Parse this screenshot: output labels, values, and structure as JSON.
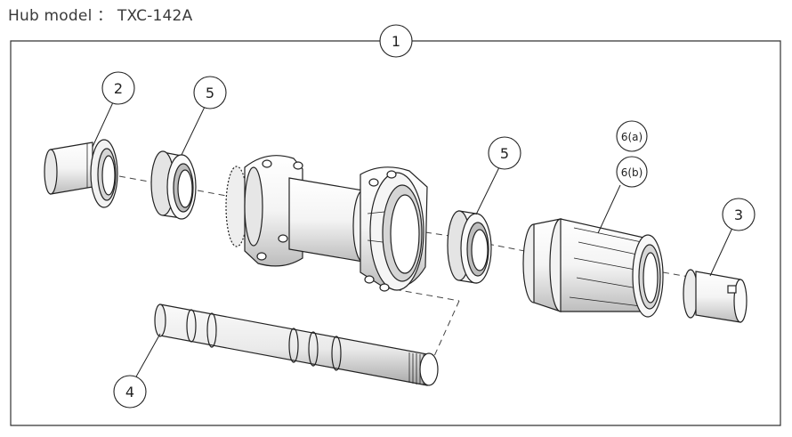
{
  "header": {
    "title_label": "Hub model",
    "title_separator": "：",
    "model": "TXC-142A"
  },
  "callouts": {
    "c1": "1",
    "c2": "2",
    "c3": "3",
    "c4": "4",
    "c5a": "5",
    "c5b": "5",
    "c6a": "6(a)",
    "c6b": "6(b)"
  },
  "colors": {
    "line": "#222222",
    "frame": "#333333",
    "shade": "#cccccc",
    "light": "#eeeeee"
  }
}
